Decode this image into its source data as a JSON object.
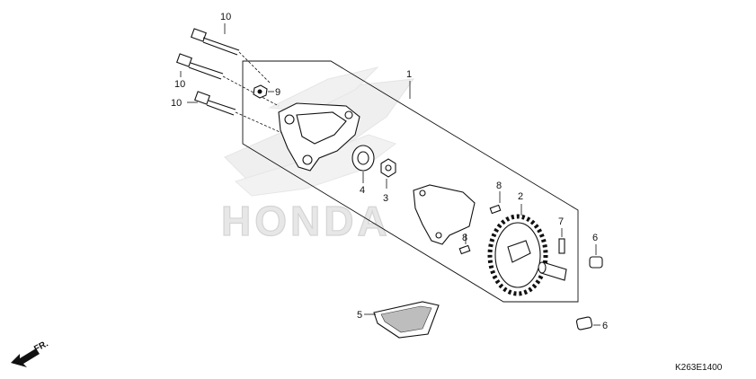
{
  "diagram": {
    "watermark_text": "HONDA",
    "drawing_code": "K263E1400",
    "direction_label": "FR.",
    "callouts": {
      "bolt_top": "10",
      "bolt_mid": "10",
      "bolt_low": "10",
      "nut_9": "9",
      "assembly_1": "1",
      "bearing_4": "4",
      "ring_3": "3",
      "screw_8_upper": "8",
      "screw_8_lower": "8",
      "gear_2": "2",
      "pin_7": "7",
      "bushing_6_upper": "6",
      "bushing_6_lower": "6",
      "strainer_5": "5"
    }
  }
}
